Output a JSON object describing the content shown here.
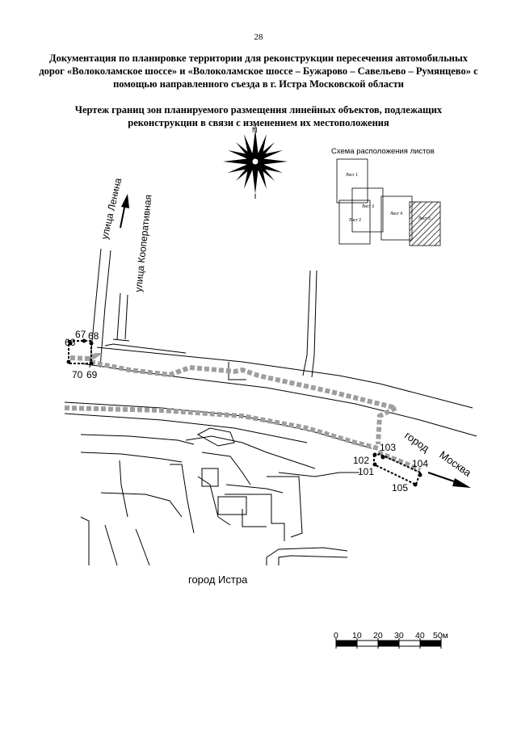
{
  "page": {
    "number": "28"
  },
  "document": {
    "title": "Документация по планировке территории для реконструкции пересечения автомобильных дорог «Волоколамское шоссе» и «Волоколамское шоссе – Бужарово – Савельево – Румянцево» с помощью направленного съезда в г. Истра Московской области",
    "subtitle": "Чертеж границ зон планируемого размещения линейных объектов, подлежащих реконструкции в связи с изменением их местоположения"
  },
  "map": {
    "compass": {
      "north_label": "N"
    },
    "sheet_scheme": {
      "title": "Схема расположения листов",
      "sheets": [
        "Лист 1",
        "Лист 2",
        "Лист 3",
        "Лист 4",
        "Лист 5"
      ]
    },
    "street_labels": {
      "lenina": "улица Ленина",
      "kooperativnaya": "улица Кооперативная",
      "to_moscow_line1": "город",
      "to_moscow_line2": "Москва",
      "istra": "город Истра"
    },
    "point_labels": {
      "p66": "66",
      "p67": "67",
      "p68": "68",
      "p69": "69",
      "p70": "70",
      "p101": "101",
      "p102": "102",
      "p103": "103",
      "p104": "104",
      "p105": "105"
    },
    "scale_bar": {
      "labels": [
        "0",
        "10",
        "20",
        "30",
        "40",
        "50м"
      ]
    },
    "colors": {
      "boundary": "#9e9e9e",
      "line": "#000000",
      "hatch": "#000000"
    }
  }
}
